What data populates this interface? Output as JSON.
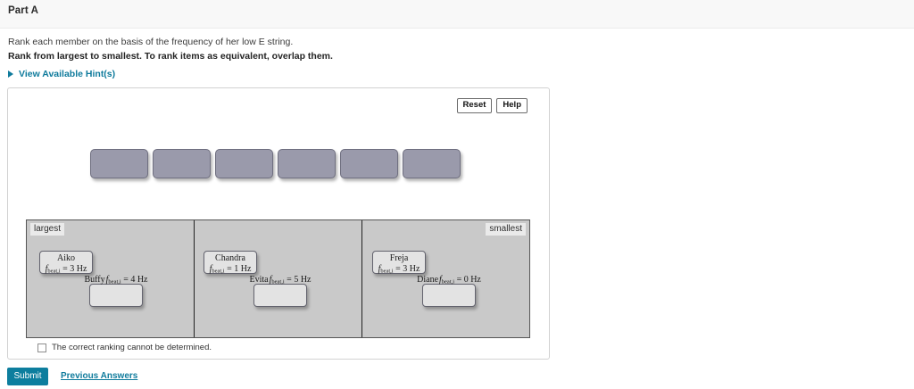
{
  "header": {
    "title": "Part A"
  },
  "prompt": {
    "line1": "Rank each member on the basis of the frequency of her low E string.",
    "line2": "Rank from largest to smallest. To rank items as equivalent, overlap them."
  },
  "hints": {
    "label": "View Available Hint(s)"
  },
  "panel": {
    "reset_label": "Reset",
    "help_label": "Help"
  },
  "tray": {
    "count": 6,
    "items": [
      {
        "label": ""
      },
      {
        "label": ""
      },
      {
        "label": ""
      },
      {
        "label": ""
      },
      {
        "label": ""
      },
      {
        "label": ""
      }
    ]
  },
  "ranking": {
    "left_edge_label": "largest",
    "right_edge_label": "smallest",
    "columns": [
      {
        "tokens": [
          {
            "name": "Aiko",
            "symbol": "f",
            "subscript": "beat,i",
            "relation": "=",
            "value": "3",
            "unit": "Hz",
            "equation": "f_beat,i = 3 Hz"
          },
          {
            "name": "Buffy",
            "symbol": "f",
            "subscript": "beat,i",
            "relation": "=",
            "value": "4",
            "unit": "Hz",
            "equation": "f_beat,i = 4 Hz"
          }
        ]
      },
      {
        "tokens": [
          {
            "name": "Chandra",
            "symbol": "f",
            "subscript": "beat,i",
            "relation": "=",
            "value": "1",
            "unit": "Hz",
            "equation": "f_beat,i = 1 Hz"
          },
          {
            "name": "Evita",
            "symbol": "f",
            "subscript": "beat,i",
            "relation": "=",
            "value": "5",
            "unit": "Hz",
            "equation": "f_beat,i = 5 Hz"
          }
        ]
      },
      {
        "tokens": [
          {
            "name": "Freja",
            "symbol": "f",
            "subscript": "beat,i",
            "relation": "=",
            "value": "3",
            "unit": "Hz",
            "equation": "f_beat,i = 3 Hz"
          },
          {
            "name": "Diane",
            "symbol": "f",
            "subscript": "beat,i",
            "relation": "=",
            "value": "0",
            "unit": "Hz",
            "equation": "f_beat,i = 0 Hz"
          }
        ]
      }
    ]
  },
  "cannot_determine": {
    "label": "The correct ranking cannot be determined.",
    "checked": false
  },
  "footer": {
    "submit_label": "Submit",
    "previous_answers_label": "Previous Answers"
  },
  "colors": {
    "accent": "#0f7b9c",
    "submit_bg": "#0d7e9e",
    "tray_item": "#9a9aab",
    "bin_bg": "#c9c9c9",
    "token_bg": "#e3e3e3",
    "header_bar": "#f8f8f8"
  }
}
